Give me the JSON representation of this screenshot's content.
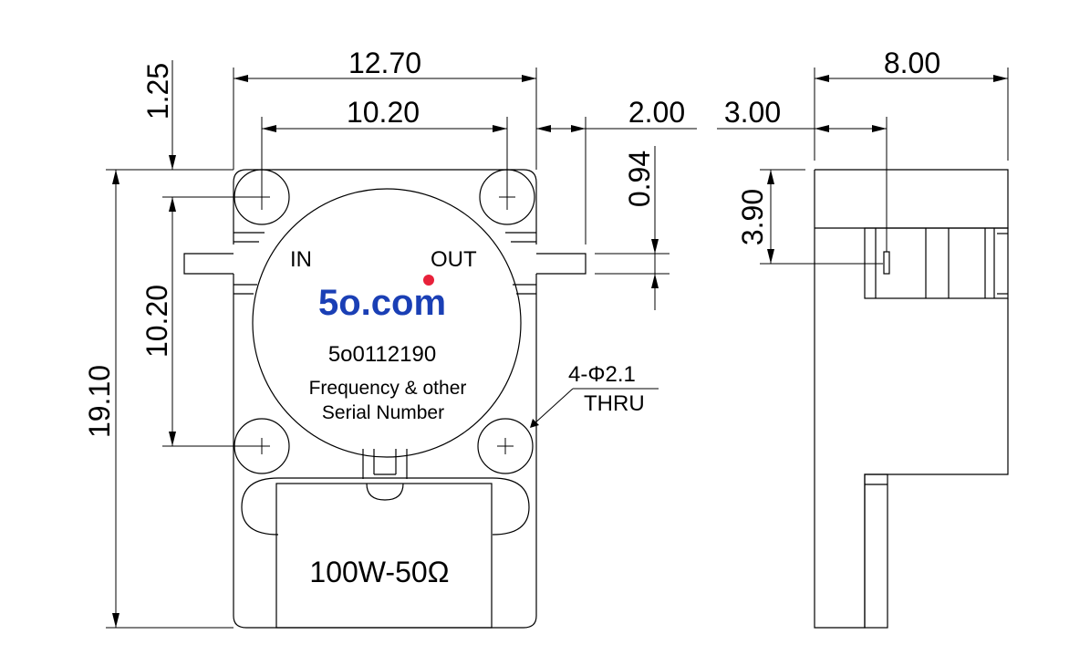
{
  "dimensions": {
    "width_overall": "12.70",
    "width_holes": "10.20",
    "tab_length": "2.00",
    "gap": "3.00",
    "depth": "8.00",
    "top_offset": "1.25",
    "hole_pitch_vertical": "10.20",
    "height_overall": "19.10",
    "tab_thickness": "0.94",
    "connector_offset": "3.90"
  },
  "labels": {
    "port_in": "IN",
    "port_out": "OUT",
    "hole_note_line1": "4-Φ2.1",
    "hole_note_line2": "THRU",
    "resistor_rating": "100W-50Ω"
  },
  "logo": {
    "text": "5o.com",
    "color": "#1a3fb5",
    "dot_color": "#e8213a"
  },
  "label_text": {
    "part_number": "5o0112190",
    "line2": "Frequency & other",
    "line3": "Serial Number"
  }
}
